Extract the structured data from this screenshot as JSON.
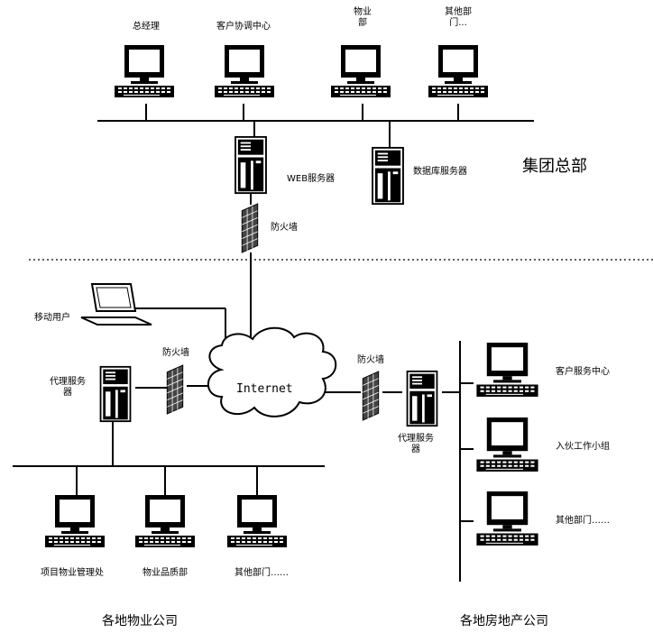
{
  "hq": {
    "region_label": "集团总部",
    "stations": [
      "总经理",
      "客户协调中心",
      "物业\n部",
      "其他部\n门..."
    ],
    "web_server": "WEB服务器",
    "db_server": "数据库服务器",
    "firewall": "防火墙"
  },
  "internet": {
    "label": "Internet"
  },
  "mobile": {
    "label": "移动用户"
  },
  "property": {
    "region_label": "各地物业公司",
    "proxy": "代理服务\n器",
    "firewall": "防火墙",
    "stations": [
      "项目物业管理处",
      "物业品质部",
      "其他部门……"
    ]
  },
  "realestate": {
    "region_label": "各地房地产公司",
    "proxy": "代理服务\n器",
    "firewall": "防火墙",
    "stations": [
      "客户服务中心",
      "入伙工作小组",
      "其他部门……"
    ]
  }
}
